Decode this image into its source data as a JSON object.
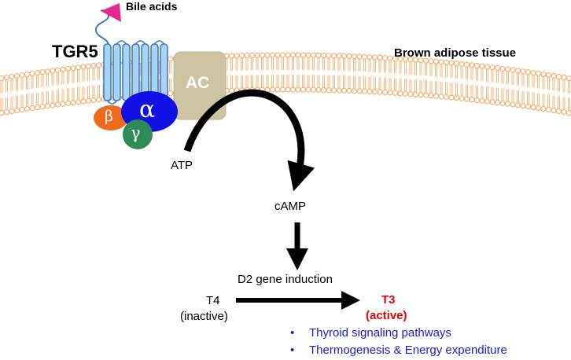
{
  "labels": {
    "bile_acids": "Bile acids",
    "tgr5": "TGR5",
    "tissue": "Brown adipose tissue",
    "ac": "AC",
    "alpha": "α",
    "beta": "β",
    "gamma": "γ",
    "atp": "ATP",
    "camp": "cAMP",
    "d2_induction": "D2 gene induction",
    "t4": "T4",
    "t4_state": "(inactive)",
    "t3": "T3",
    "t3_state": "(active)"
  },
  "effects": [
    "Thyroid signaling pathways",
    "Thermogenesis & Energy expenditure"
  ],
  "bullet_symbol": "•",
  "colors": {
    "membrane": "#f4a460",
    "receptor_fill": "#a9d3f5",
    "receptor_stroke": "#3a76c4",
    "ligand": "#e6288c",
    "alpha_subunit": "#1111e6",
    "beta_subunit": "#f06a1e",
    "gamma_subunit": "#2e8b57",
    "adenylyl_cyclase": "#cdc4a3",
    "t3_text": "#e60000",
    "effects_text": "#1a1ad4"
  }
}
